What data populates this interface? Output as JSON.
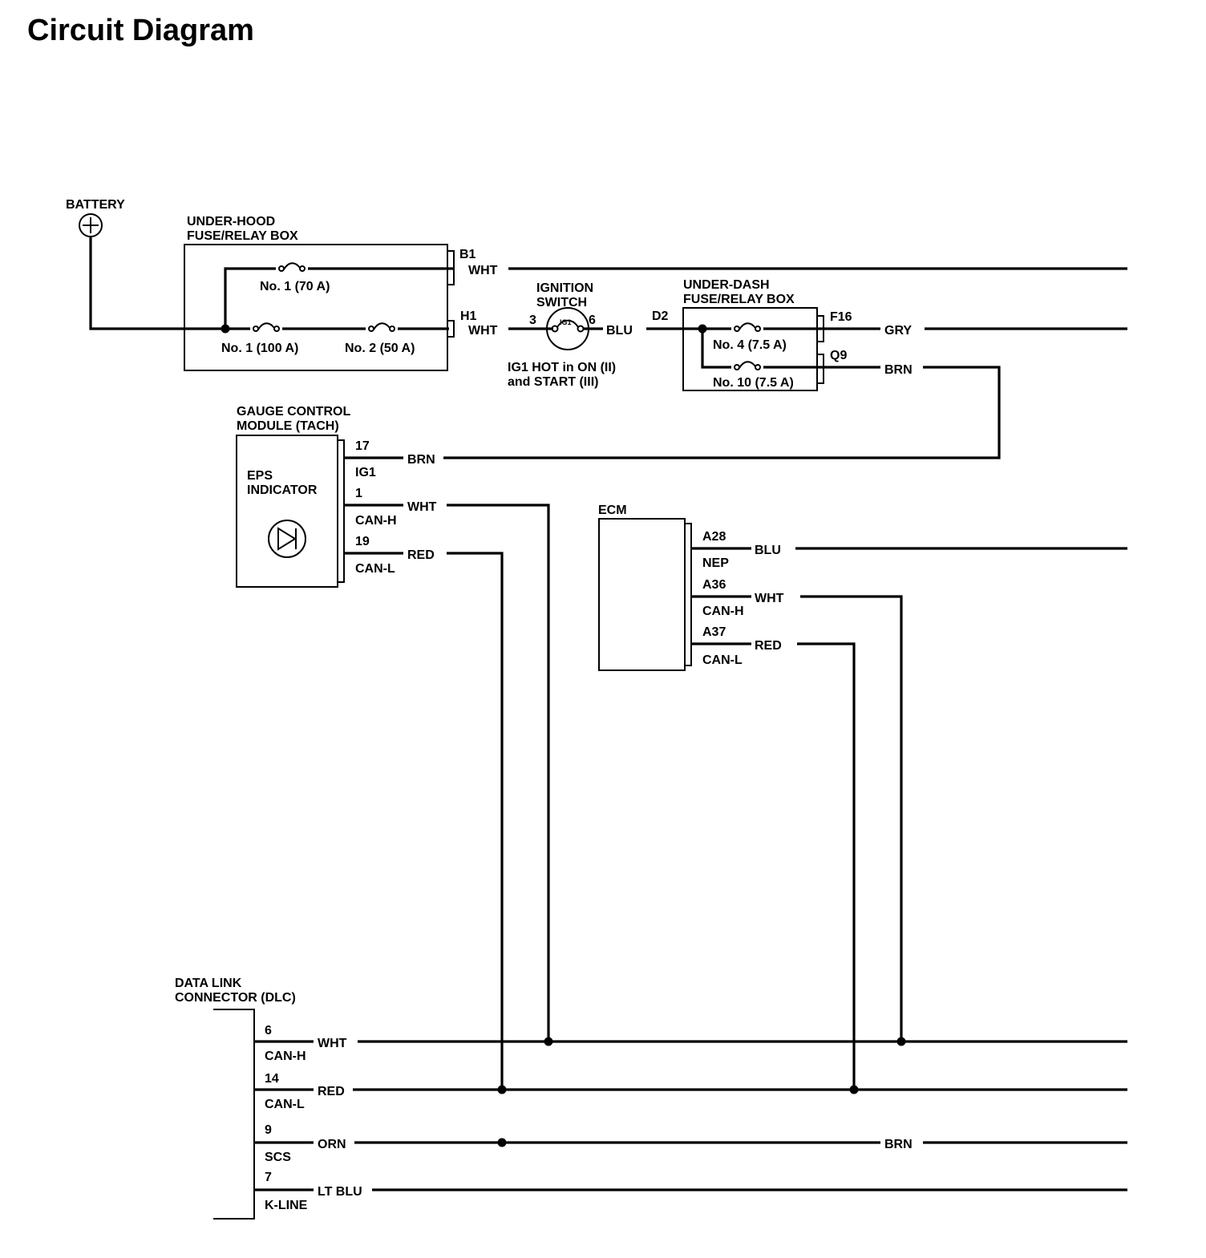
{
  "title": "Circuit Diagram",
  "battery": {
    "label": "BATTERY"
  },
  "under_hood_box": {
    "label_line1": "UNDER-HOOD",
    "label_line2": "FUSE/RELAY BOX",
    "fuse_70": "No. 1 (70 A)",
    "fuse_100": "No. 1 (100 A)",
    "fuse_50": "No. 2 (50 A)",
    "terminal_b1": "B1",
    "terminal_h1": "H1"
  },
  "ignition_switch": {
    "label_line1": "IGNITION",
    "label_line2": "SWITCH",
    "pin_in": "3",
    "pin_out": "6",
    "symbol": "IG1",
    "note_line1": "IG1 HOT in ON (II)",
    "note_line2": "and START (III)"
  },
  "under_dash_box": {
    "label_line1": "UNDER-DASH",
    "label_line2": "FUSE/RELAY BOX",
    "terminal_d2": "D2",
    "terminal_f16": "F16",
    "terminal_q9": "Q9",
    "fuse_4": "No. 4 (7.5 A)",
    "fuse_10": "No. 10 (7.5 A)"
  },
  "gauge_module": {
    "label_line1": "GAUGE CONTROL",
    "label_line2": "MODULE (TACH)",
    "indicator_line1": "EPS",
    "indicator_line2": "INDICATOR",
    "pins": [
      {
        "num": "17",
        "name": "IG1",
        "wire": "BRN"
      },
      {
        "num": "1",
        "name": "CAN-H",
        "wire": "WHT"
      },
      {
        "num": "19",
        "name": "CAN-L",
        "wire": "RED"
      }
    ]
  },
  "ecm": {
    "label": "ECM",
    "pins": [
      {
        "num": "A28",
        "name": "NEP",
        "wire": "BLU"
      },
      {
        "num": "A36",
        "name": "CAN-H",
        "wire": "WHT"
      },
      {
        "num": "A37",
        "name": "CAN-L",
        "wire": "RED"
      }
    ]
  },
  "dlc": {
    "label_line1": "DATA LINK",
    "label_line2": "CONNECTOR (DLC)",
    "pins": [
      {
        "num": "6",
        "name": "CAN-H",
        "wire": "WHT"
      },
      {
        "num": "14",
        "name": "CAN-L",
        "wire": "RED"
      },
      {
        "num": "9",
        "name": "SCS",
        "wire": "ORN"
      },
      {
        "num": "7",
        "name": "K-LINE",
        "wire": "LT BLU"
      }
    ]
  },
  "wires": {
    "b1": "WHT",
    "h1": "WHT",
    "ign_out": "BLU",
    "f16": "GRY",
    "q9": "BRN",
    "scs_right": "BRN"
  },
  "colors": {
    "ink": "#000000",
    "paper": "#ffffff"
  }
}
